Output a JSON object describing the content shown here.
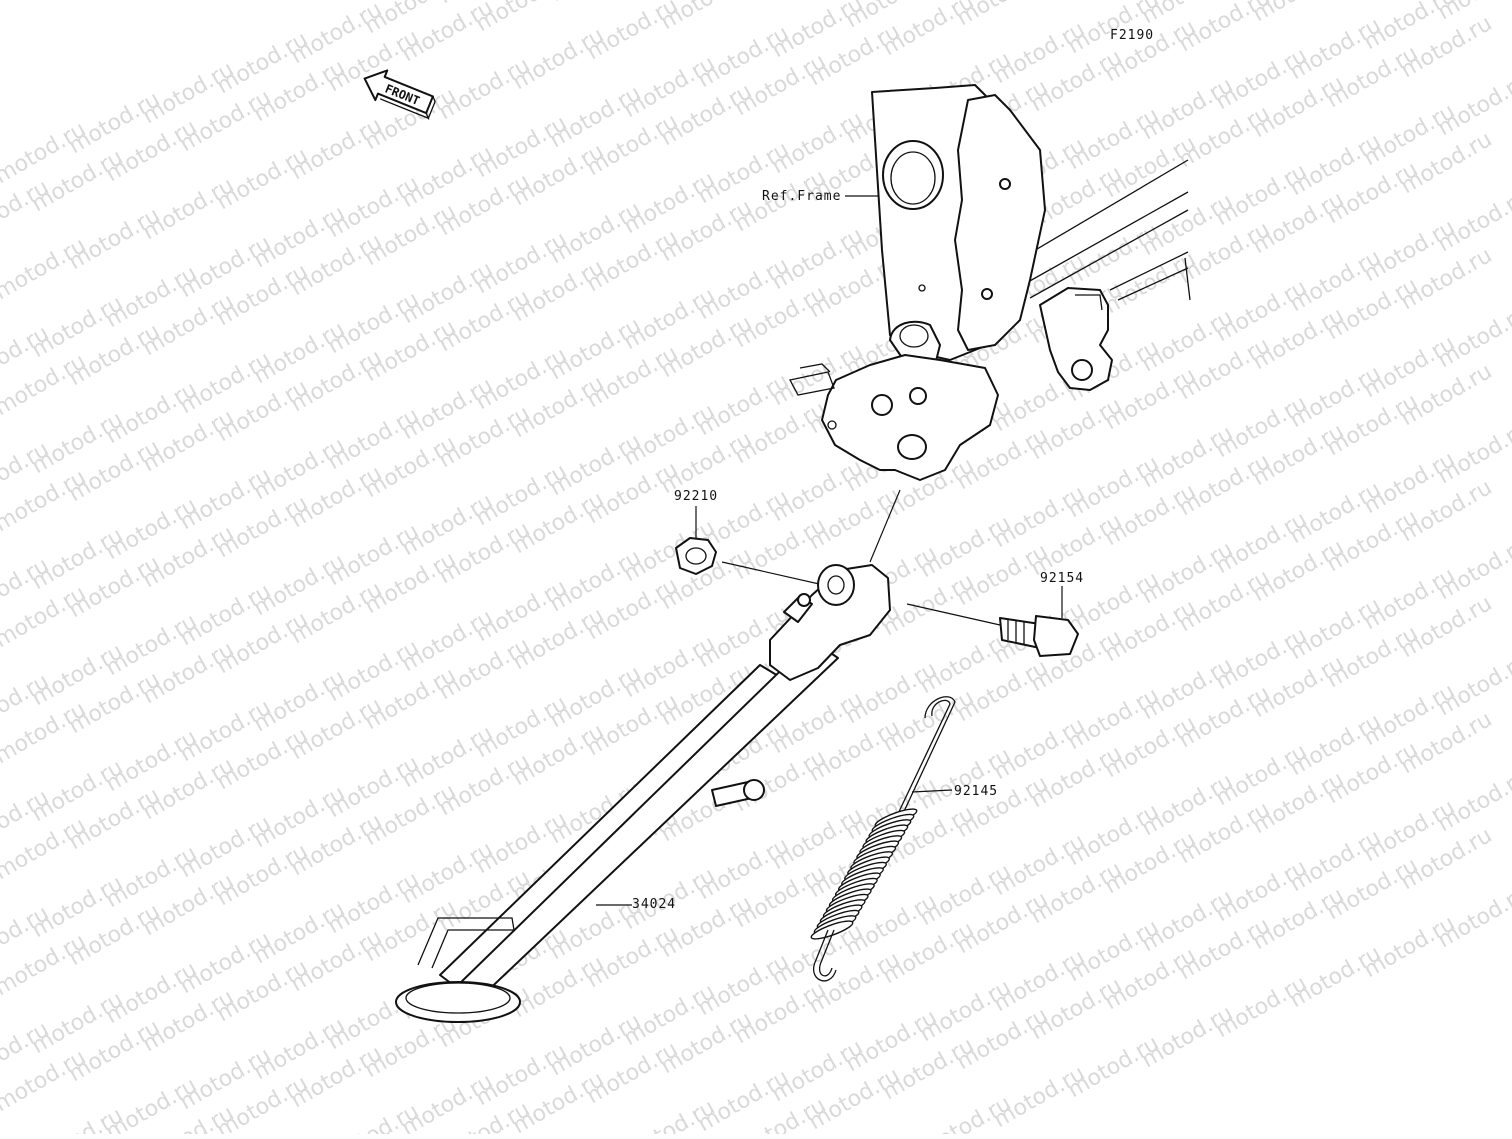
{
  "diagram": {
    "code": "F2190",
    "front_arrow_text": "FRONT",
    "watermark_text": "motod.ru",
    "ref_frame_label": "Ref.Frame",
    "parts": [
      {
        "id": "nut",
        "number": "92210"
      },
      {
        "id": "bolt",
        "number": "92154"
      },
      {
        "id": "spring",
        "number": "92145"
      },
      {
        "id": "side-stand",
        "number": "34024"
      }
    ]
  }
}
